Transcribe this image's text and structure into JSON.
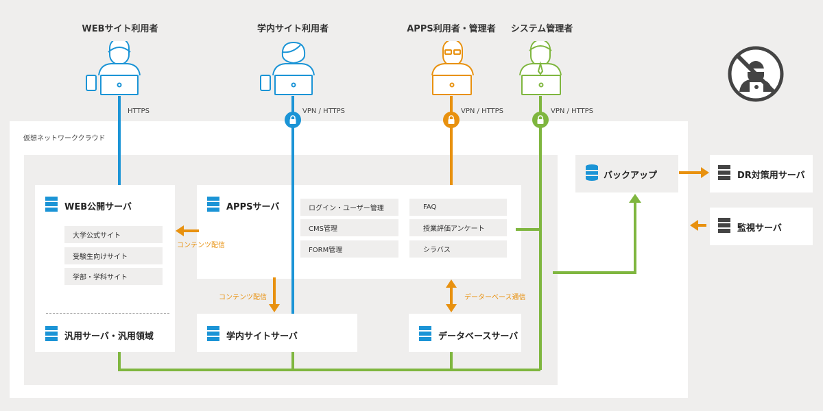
{
  "users": [
    {
      "label": "WEBサイト利用者",
      "color": "#1b94d6"
    },
    {
      "label": "学内サイト利用者",
      "color": "#1b94d6"
    },
    {
      "label": "APPS利用者・管理者",
      "color": "#e8910f"
    },
    {
      "label": "システム管理者",
      "color": "#7fb63f"
    }
  ],
  "protocols": {
    "web": "HTTPS",
    "campus": "VPN / HTTPS",
    "apps": "VPN / HTTPS",
    "admin": "VPN / HTTPS"
  },
  "cloud_label": "仮想ネットワーククラウド",
  "web_server": {
    "title": "WEB公開サーバ",
    "items": [
      "大学公式サイト",
      "受験生向けサイト",
      "学部・学科サイト"
    ]
  },
  "general_server": "汎用サーバ・汎用領域",
  "apps_server": {
    "title": "APPSサーバ",
    "items_left": [
      "ログイン・ユーザー管理",
      "CMS管理",
      "FORM管理"
    ],
    "items_right": [
      "FAQ",
      "授業評価アンケート",
      "シラバス"
    ]
  },
  "campus_server": "学内サイトサーバ",
  "db_server": "データベースサーバ",
  "backup": "バックアップ",
  "dr_server": "DR対策用サーバ",
  "monitor_server": "監視サーバ",
  "flows": {
    "content1": "コンテンツ配信",
    "content2": "コンテンツ配信",
    "db": "データーベース通信"
  },
  "colors": {
    "blue": "#1b94d6",
    "orange": "#e8910f",
    "green": "#7fb63f",
    "server_icon": "#1b94d6",
    "dark_icon": "#444444"
  }
}
